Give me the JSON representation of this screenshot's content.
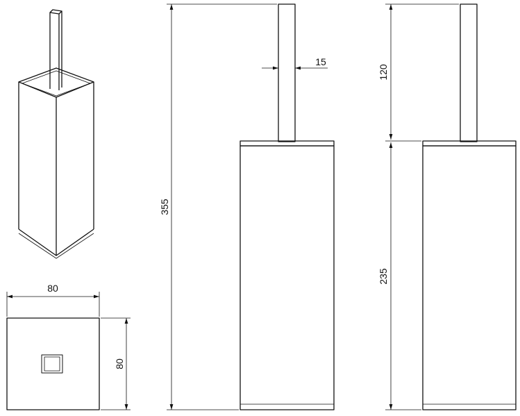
{
  "drawing": {
    "colors": {
      "line": "#111111",
      "background": "#ffffff"
    },
    "dimensions": {
      "top_width": "80",
      "top_depth": "80",
      "total_height": "355",
      "handle_width": "15",
      "handle_height": "120",
      "body_height": "235"
    }
  }
}
